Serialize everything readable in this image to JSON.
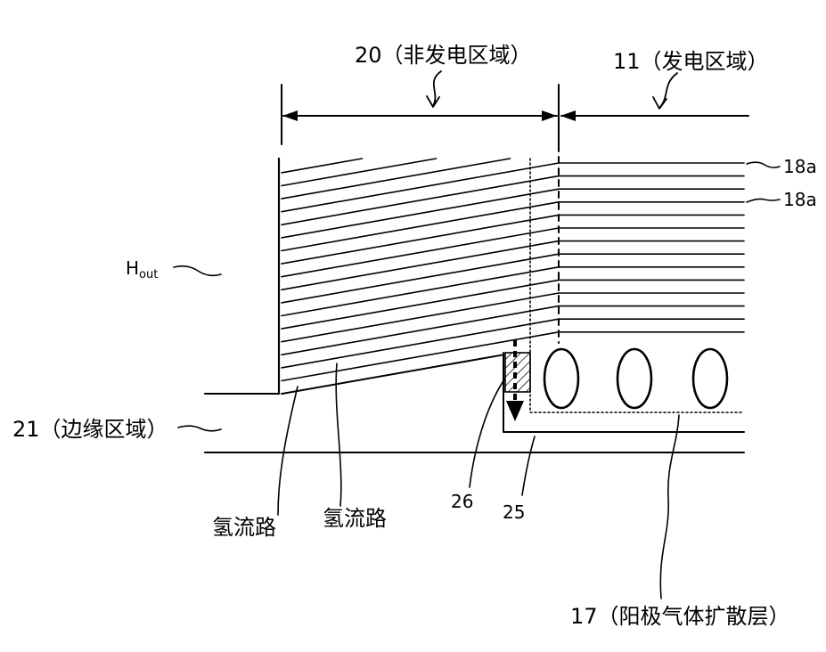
{
  "labels": {
    "non_power_region": "20（非发电区域）",
    "power_region": "11（发电区域）",
    "separator_top": "18a",
    "separator_second": "18a",
    "h_out_main": "H",
    "h_out_sub": "out",
    "edge_region": "21（边缘区域）",
    "ref_26": "26",
    "ref_25": "25",
    "hydrogen_channel_left": "氢流路",
    "hydrogen_channel_right": "氢流路",
    "anode_gdl": "17（阳极气体扩散层）"
  }
}
